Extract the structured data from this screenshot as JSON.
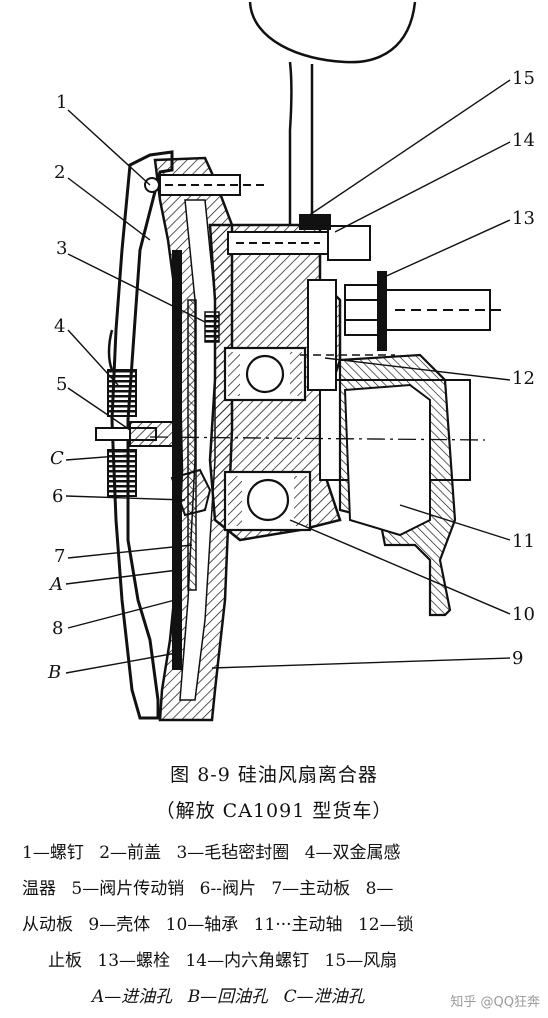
{
  "figure": {
    "callouts": [
      {
        "id": "1",
        "text": "1"
      },
      {
        "id": "2",
        "text": "2"
      },
      {
        "id": "3",
        "text": "3"
      },
      {
        "id": "4",
        "text": "4"
      },
      {
        "id": "5",
        "text": "5"
      },
      {
        "id": "C",
        "text": "C"
      },
      {
        "id": "6",
        "text": "6"
      },
      {
        "id": "7",
        "text": "7"
      },
      {
        "id": "A",
        "text": "A"
      },
      {
        "id": "8",
        "text": "8"
      },
      {
        "id": "B",
        "text": "B"
      },
      {
        "id": "15",
        "text": "15"
      },
      {
        "id": "14",
        "text": "14"
      },
      {
        "id": "13",
        "text": "13"
      },
      {
        "id": "12",
        "text": "12"
      },
      {
        "id": "11",
        "text": "11"
      },
      {
        "id": "10",
        "text": "10"
      },
      {
        "id": "9",
        "text": "9"
      }
    ]
  },
  "caption": {
    "title": "图 8-9    硅油风扇离合器",
    "subtitle": "（解放 CA1091 型货车）",
    "legend_lines": [
      [
        "1—螺钉",
        "2—前盖",
        "3—毛毡密封圈",
        "4—双金属感"
      ],
      [
        "温器",
        "5—阀片传动销",
        "6--阀片",
        "7—主动板",
        "8—"
      ],
      [
        "从动板",
        "9—壳体",
        "10—轴承",
        "11···主动轴",
        "12—锁"
      ],
      [
        "止板",
        "13—螺栓",
        "14—内六角螺钉",
        "15—风扇"
      ],
      [
        "A—进油孔",
        "B—回油孔",
        "C—泄油孔"
      ]
    ]
  },
  "watermark": "知乎 @QQ狂奔"
}
